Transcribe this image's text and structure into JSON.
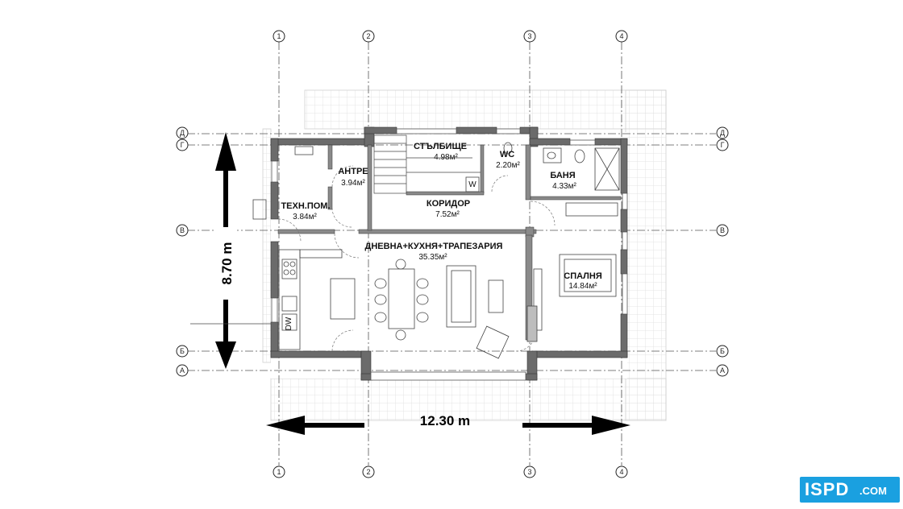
{
  "rooms": [
    {
      "name": "СТЪЛБИЩЕ",
      "area": "4.98м²"
    },
    {
      "name": "WC",
      "area": "2.20м²"
    },
    {
      "name": "АНТРЕ",
      "area": "3.94м²"
    },
    {
      "name": "БАНЯ",
      "area": "4.33м²"
    },
    {
      "name": "ТЕХН.ПОМ.",
      "area": "3.84м²"
    },
    {
      "name": "КОРИДОР",
      "area": "7.52м²"
    },
    {
      "name": "ДНЕВНА+КУХНЯ+ТРАПЕЗАРИЯ",
      "area": "35.35м²"
    },
    {
      "name": "СПАЛНЯ",
      "area": "14.84м²"
    }
  ],
  "axes": {
    "columns": [
      "1",
      "2",
      "3",
      "4"
    ],
    "rows": [
      "Д",
      "Г",
      "В",
      "Б",
      "А"
    ]
  },
  "dimensions": {
    "width": "12.30 m",
    "depth": "8.70 m"
  },
  "appliance_labels": {
    "dishwasher": "DW",
    "washer": "W"
  },
  "logo": {
    "main": "ISPD",
    "suffix": ".COM"
  },
  "colors": {
    "wall": "#6b6b6b",
    "grid": "#d9d9d9",
    "ink": "#111111",
    "logo_bg": "#1aa0e0"
  }
}
